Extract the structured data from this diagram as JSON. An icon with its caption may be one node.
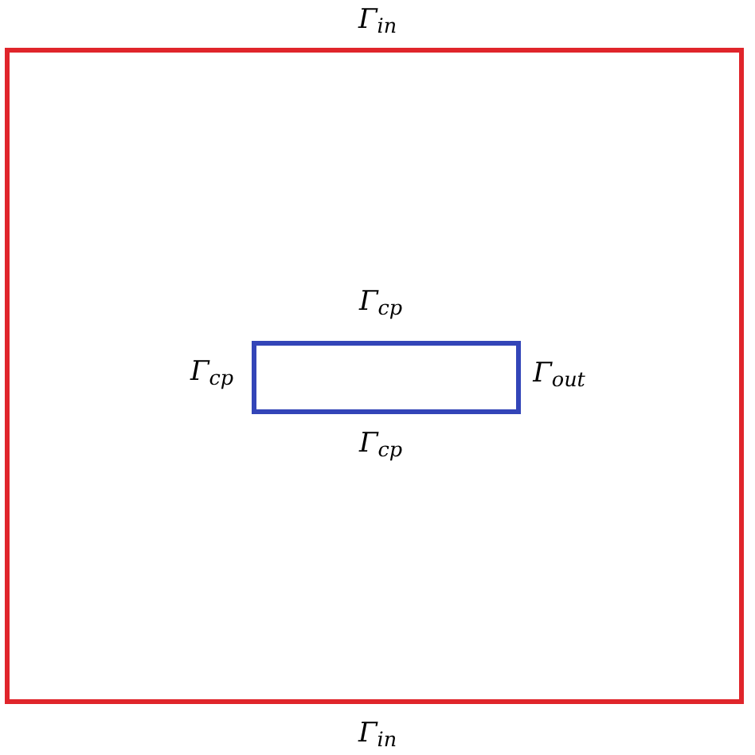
{
  "diagram": {
    "nodes": [
      {
        "text": [],
        "shape": "box",
        "beside": [
          "Γ$_{in}$",
          "Γ$_{in}$"
        ]
      },
      {
        "text": [],
        "shape": "box",
        "in": 0,
        "beside": [
          "Γ$_{cp}$",
          "Γ$_{cp}$",
          "Γ$_{out}$",
          "Γ$_{cp}$"
        ]
      }
    ]
  }
}
